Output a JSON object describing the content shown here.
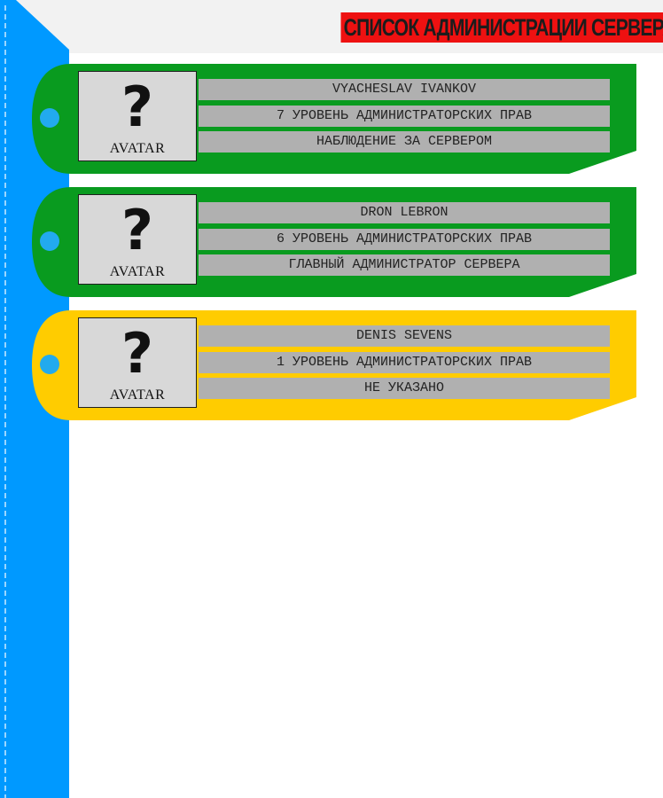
{
  "page": {
    "title": "СПИСОК АДМИНИСТРАЦИИ СЕРВЕРА V"
  },
  "colors": {
    "sidebar": "#0099ff",
    "title_bg": "#ee1111",
    "card_green": "#099b1f",
    "card_yellow": "#ffcc00",
    "field_bg": "#b0b0b0"
  },
  "admins": [
    {
      "avatar_label": "AVATAR",
      "avatar_icon": "question-mark-icon",
      "name": "VYACHESLAV IVANKOV",
      "level": "7 УРОВЕНЬ АДМИНИСТРАТОРСКИХ ПРАВ",
      "role": "НАБЛЮДЕНИЕ ЗА СЕРВЕРОМ",
      "color": "#099b1f"
    },
    {
      "avatar_label": "AVATAR",
      "avatar_icon": "question-mark-icon",
      "name": "DRON LEBRON",
      "level": "6 УРОВЕНЬ АДМИНИСТРАТОРСКИХ ПРАВ",
      "role": "ГЛАВНЫЙ АДМИНИСТРАТОР СЕРВЕРА",
      "color": "#099b1f"
    },
    {
      "avatar_label": "AVATAR",
      "avatar_icon": "question-mark-icon",
      "name": "DENIS SEVENS",
      "level": "1 УРОВЕНЬ АДМИНИСТРАТОРСКИХ ПРАВ",
      "role": "НЕ УКАЗАНО",
      "color": "#ffcc00"
    }
  ]
}
